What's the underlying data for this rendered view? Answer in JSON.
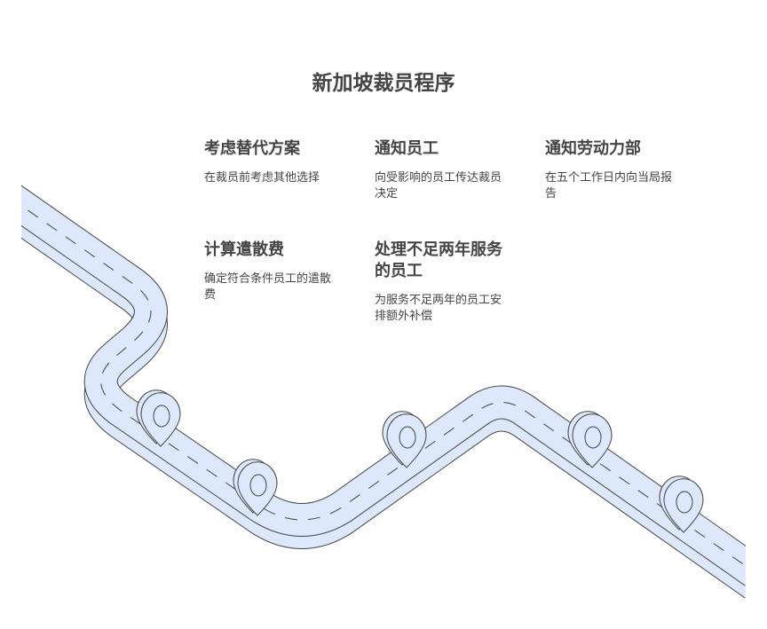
{
  "title": "新加坡裁员程序",
  "steps": [
    {
      "heading": "考虑替代方案",
      "description": "在裁员前考虑其他选择"
    },
    {
      "heading": "通知员工",
      "description": "向受影响的员工传达裁员决定"
    },
    {
      "heading": "通知劳动力部",
      "description": "在五个工作日内向当局报告"
    },
    {
      "heading": "计算遣散费",
      "description": "确定符合条件员工的遣散费"
    },
    {
      "heading": "处理不足两年服务的员工",
      "description": "为服务不足两年的员工安排额外补偿"
    }
  ],
  "colors": {
    "road": "#dde8fc",
    "outline": "#444444"
  }
}
